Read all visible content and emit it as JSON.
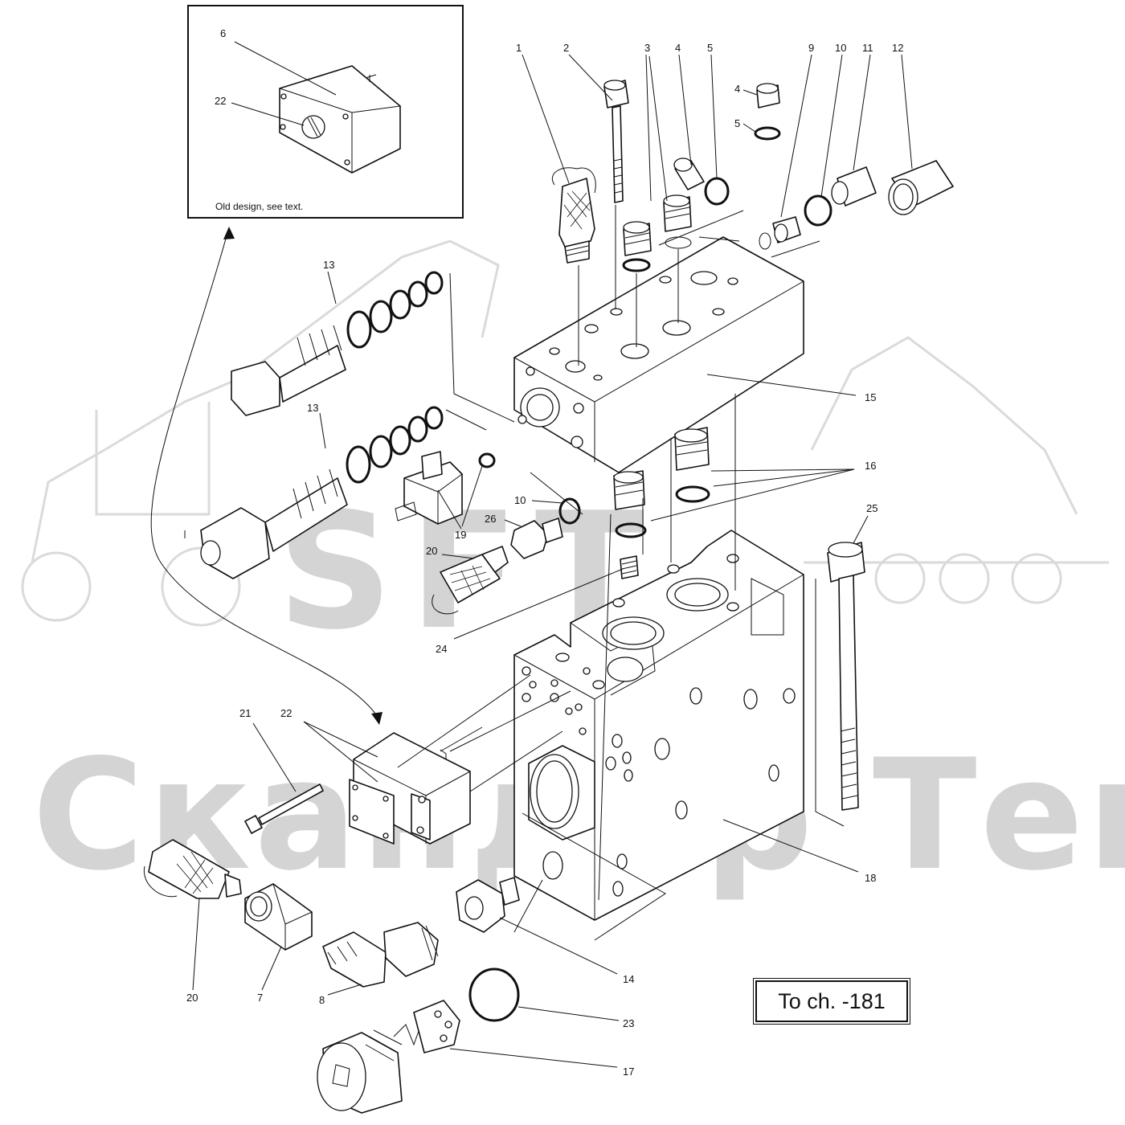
{
  "inset": {
    "caption": "Old design, see text."
  },
  "reference": {
    "label": "To ch. -181"
  },
  "watermark": {
    "text": "Скандор Тек",
    "logo": "SFT"
  },
  "callouts": {
    "c1": "1",
    "c2": "2",
    "c3": "3",
    "c4a": "4",
    "c5a": "5",
    "c9": "9",
    "c10a": "10",
    "c11": "11",
    "c12": "12",
    "c4b": "4",
    "c5b": "5",
    "c6": "6",
    "c22a": "22",
    "c13a": "13",
    "c13b": "13",
    "c15": "15",
    "c16": "16",
    "c10b": "10",
    "c26": "26",
    "c19": "19",
    "c20a": "20",
    "c24": "24",
    "c25": "25",
    "c21": "21",
    "c22b": "22",
    "c18": "18",
    "c14": "14",
    "c20b": "20",
    "c7": "7",
    "c8": "8",
    "c23": "23",
    "c17": "17"
  },
  "colors": {
    "line": "#111111",
    "watermark": "#d4d4d4",
    "background": "#ffffff"
  }
}
